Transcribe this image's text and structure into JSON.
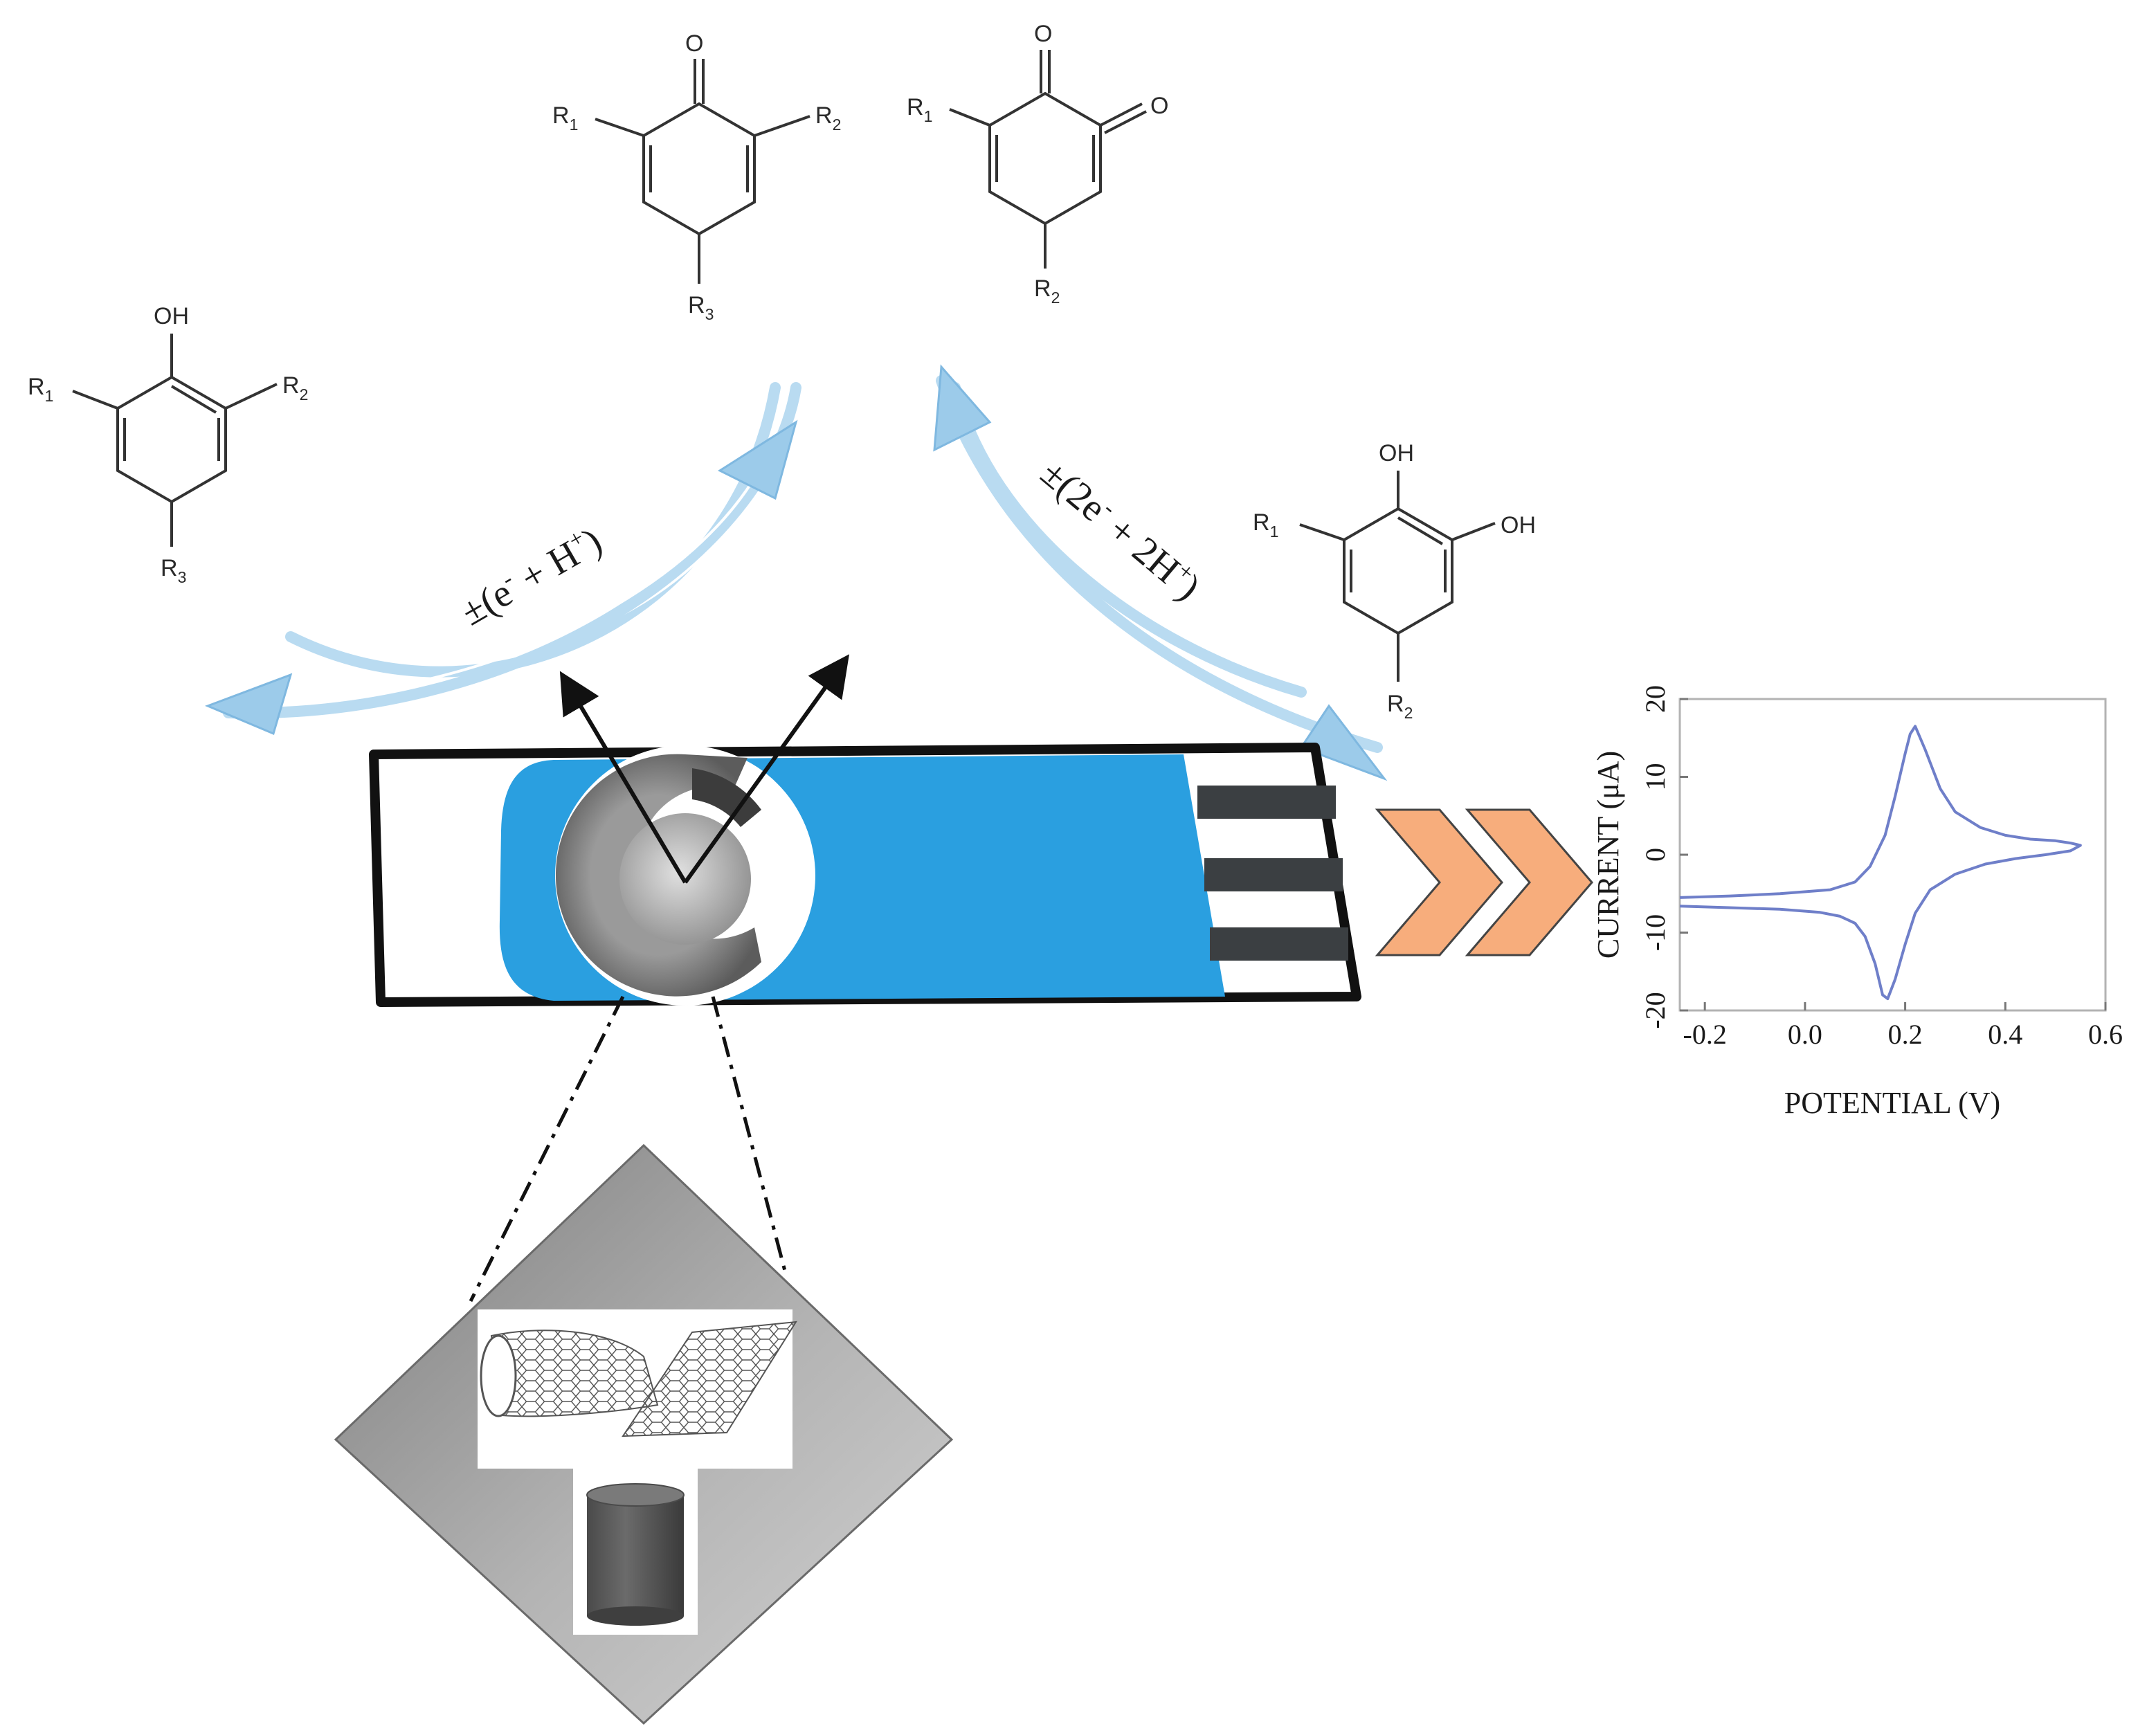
{
  "molecules": {
    "phenol": {
      "oh": "OH",
      "r1": "R",
      "r1_sub": "1",
      "r2": "R",
      "r2_sub": "2",
      "r3": "R",
      "r3_sub": "3"
    },
    "p_quinone": {
      "o": "O",
      "r1": "R",
      "r1_sub": "1",
      "r2": "R",
      "r2_sub": "2",
      "r3": "R",
      "r3_sub": "3"
    },
    "o_quinone": {
      "o1": "O",
      "o2": "O",
      "r1": "R",
      "r1_sub": "1",
      "r2": "R",
      "r2_sub": "2"
    },
    "catechol": {
      "oh1": "OH",
      "oh2": "OH",
      "r1": "R",
      "r1_sub": "1",
      "r2": "R",
      "r2_sub": "2"
    }
  },
  "reactions": {
    "one_electron": {
      "prefix": "±(e",
      "sup1": "-",
      "mid": " + H",
      "sup2": "+",
      "suffix": ")"
    },
    "two_electron": {
      "prefix": "±(2e",
      "sup1": "-",
      "mid": " + 2H",
      "sup2": "+",
      "suffix": ")"
    }
  },
  "colors": {
    "electrode_blue": "#2a9fe0",
    "arrow_blue": "#9ccbea",
    "chevron_orange": "#f7ad7c",
    "cv_curve": "#6f7fc9",
    "platform_gray": "#9a9a9a"
  },
  "chart_data": {
    "type": "line",
    "xlabel": "POTENTIAL (V)",
    "ylabel": "CURRENT (μA)",
    "xlim": [
      -0.25,
      0.6
    ],
    "ylim": [
      -20,
      20
    ],
    "x_ticks": [
      "-0.2",
      "0.0",
      "0.2",
      "0.4",
      "0.6"
    ],
    "x_tick_values": [
      -0.2,
      0.0,
      0.2,
      0.4,
      0.6
    ],
    "y_ticks": [
      "-20",
      "-10",
      "0",
      "10",
      "20"
    ],
    "y_tick_values": [
      -20,
      -10,
      0,
      10,
      20
    ],
    "grid": false,
    "series": [
      {
        "x": [
          -0.25,
          -0.15,
          -0.05,
          0.05,
          0.1,
          0.13,
          0.16,
          0.18,
          0.2,
          0.21,
          0.22,
          0.24,
          0.27,
          0.3,
          0.35,
          0.4,
          0.45,
          0.5,
          0.53,
          0.55,
          0.53,
          0.48,
          0.42,
          0.36,
          0.3,
          0.25,
          0.22,
          0.2,
          0.18,
          0.165,
          0.155,
          0.14,
          0.12,
          0.1,
          0.07,
          0.03,
          -0.05,
          -0.15,
          -0.25
        ],
        "y": [
          -5.5,
          -5.3,
          -5.0,
          -4.5,
          -3.5,
          -1.5,
          2.5,
          7.5,
          13.0,
          15.5,
          16.5,
          13.5,
          8.5,
          5.5,
          3.5,
          2.5,
          2.0,
          1.8,
          1.5,
          1.2,
          0.5,
          0.0,
          -0.5,
          -1.2,
          -2.5,
          -4.5,
          -7.5,
          -11.5,
          -16.0,
          -18.5,
          -18.0,
          -14.0,
          -10.5,
          -8.8,
          -7.9,
          -7.4,
          -7.0,
          -6.8,
          -6.6
        ]
      }
    ]
  }
}
